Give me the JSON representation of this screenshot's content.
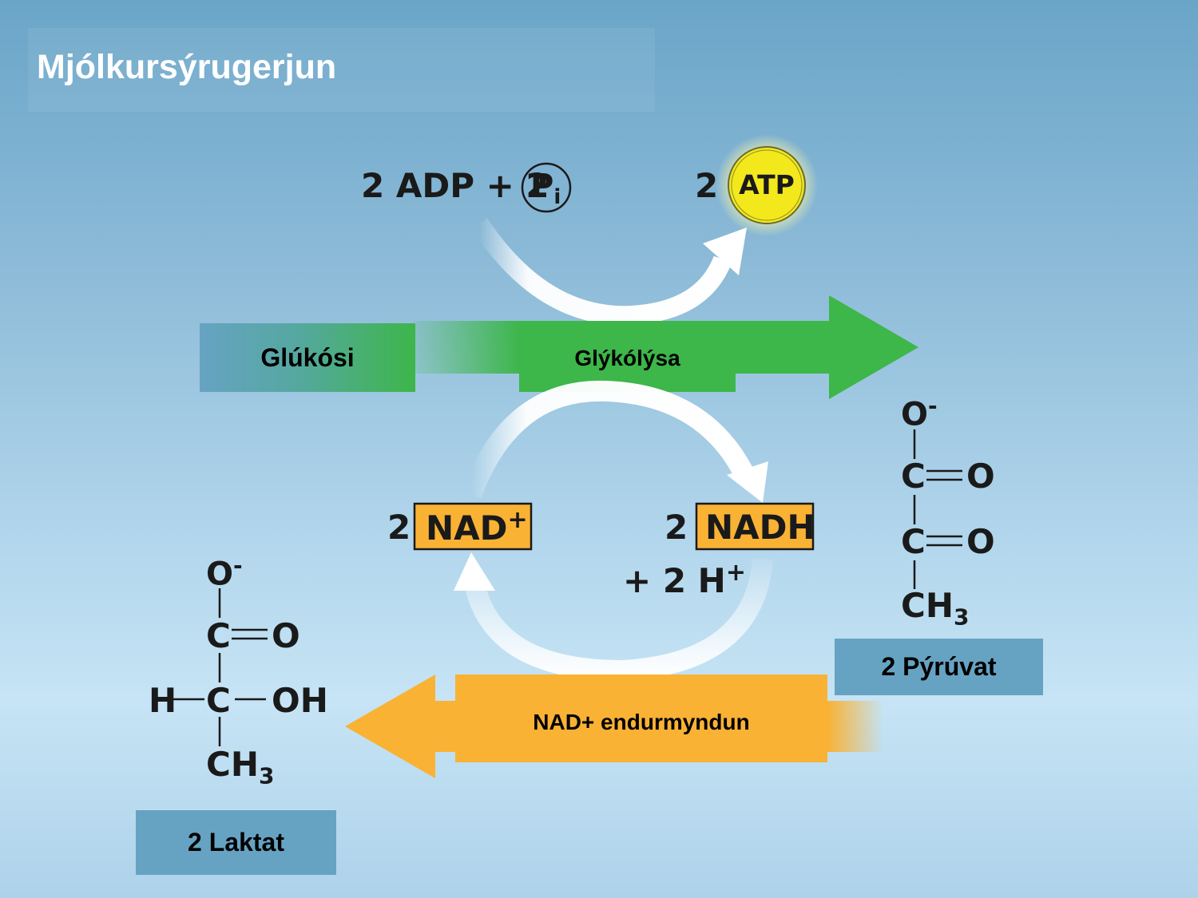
{
  "title": "Mjólkursýrugerjun",
  "reactants": {
    "adp_text": "2 ADP + 2",
    "pi_main": "P",
    "pi_sub": "i",
    "atp_coef": "2",
    "atp_label": "ATP"
  },
  "glucose": {
    "label": "Glúkósi"
  },
  "glycolysis": {
    "label": "Glýkólýsa"
  },
  "nad": {
    "nad_coef": "2",
    "nad_label": "NAD",
    "nad_sup": "+",
    "nadh_coef": "2",
    "nadh_label": "NADH",
    "h_text": "+ 2 H",
    "h_sup": "+"
  },
  "regeneration": {
    "label": "NAD+ endurmyndun"
  },
  "pyruvate": {
    "label": "2 Pýrúvat",
    "o_minus": "O",
    "minus": "-",
    "c1": "C",
    "o1": "O",
    "c2": "C",
    "o2": "O",
    "ch": "CH",
    "sub3": "3"
  },
  "lactate": {
    "label": "2 Laktat",
    "o_minus": "O",
    "minus": "-",
    "c1": "C",
    "o1": "O",
    "h": "H",
    "c2": "C",
    "oh": "OH",
    "ch": "CH",
    "sub3": "3"
  },
  "colors": {
    "green": "#3db64a",
    "orange": "#f9b234",
    "steel_blue": "#66a3c3",
    "atp_yellow": "#f2e81c"
  }
}
